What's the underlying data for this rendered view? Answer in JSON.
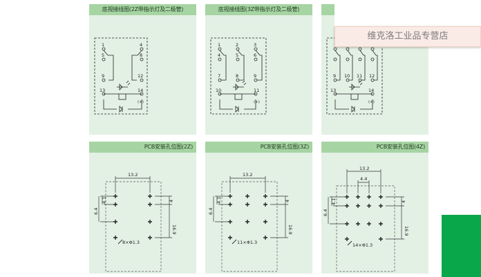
{
  "wiring": [
    {
      "title": "底视接线图(2Z带指示灯及二极管)",
      "pins": {
        "p1": "1",
        "p4": "4",
        "p5": "5",
        "p8": "8",
        "p9": "9",
        "p12": "12",
        "p13": "13",
        "p14": "14",
        "plus": "(+)"
      }
    },
    {
      "title": "底视接线图(3Z带指示灯及二极管)",
      "pins": {
        "p1": "1",
        "p2": "2",
        "p3": "3",
        "p4": "4",
        "p5": "5",
        "p6": "6",
        "p7": "7",
        "p8": "8",
        "p9": "9",
        "p10": "10",
        "p11": "11",
        "plus": "(+)"
      }
    },
    {
      "title": "",
      "pins": {
        "p9": "9",
        "p10": "10",
        "p11": "11",
        "p12": "12",
        "p13": "13",
        "p14": "14",
        "plus": "(+)"
      }
    }
  ],
  "pcb": [
    {
      "title": "PCB安装孔位图(2Z)",
      "dim_top": "13.2",
      "dim_right_small": "4",
      "dim_right_big": "16.9",
      "dim_left_a": "4.1",
      "dim_left_b": "6.4",
      "holes": "8×Φ1.3"
    },
    {
      "title": "PCB安装孔位图(3Z)",
      "dim_top": "13.2",
      "dim_right_small": "4",
      "dim_right_big": "16.9",
      "dim_left_a": "4.1",
      "dim_left_b": "6.4",
      "holes": "11×Φ1.3"
    },
    {
      "title": "PCB安装孔位图(4Z)",
      "dim_top": "13.2",
      "dim_mid": "4.4",
      "dim_right_small": "4",
      "dim_right_big": "16.9",
      "dim_left_a": "4.1",
      "dim_left_b": "6.4",
      "holes": "14×Φ1.3"
    }
  ],
  "banner": {
    "text": "维克洛工业品专营店"
  },
  "colors": {
    "panel": "#e3f0e4",
    "header": "#a6d4a3",
    "accent": "#0aa64a"
  }
}
